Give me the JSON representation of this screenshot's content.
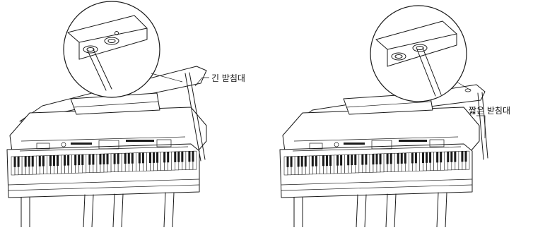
{
  "figures": [
    {
      "id": "long",
      "callout": "긴 받침대"
    },
    {
      "id": "short",
      "callout": "짧은 받침대"
    }
  ]
}
